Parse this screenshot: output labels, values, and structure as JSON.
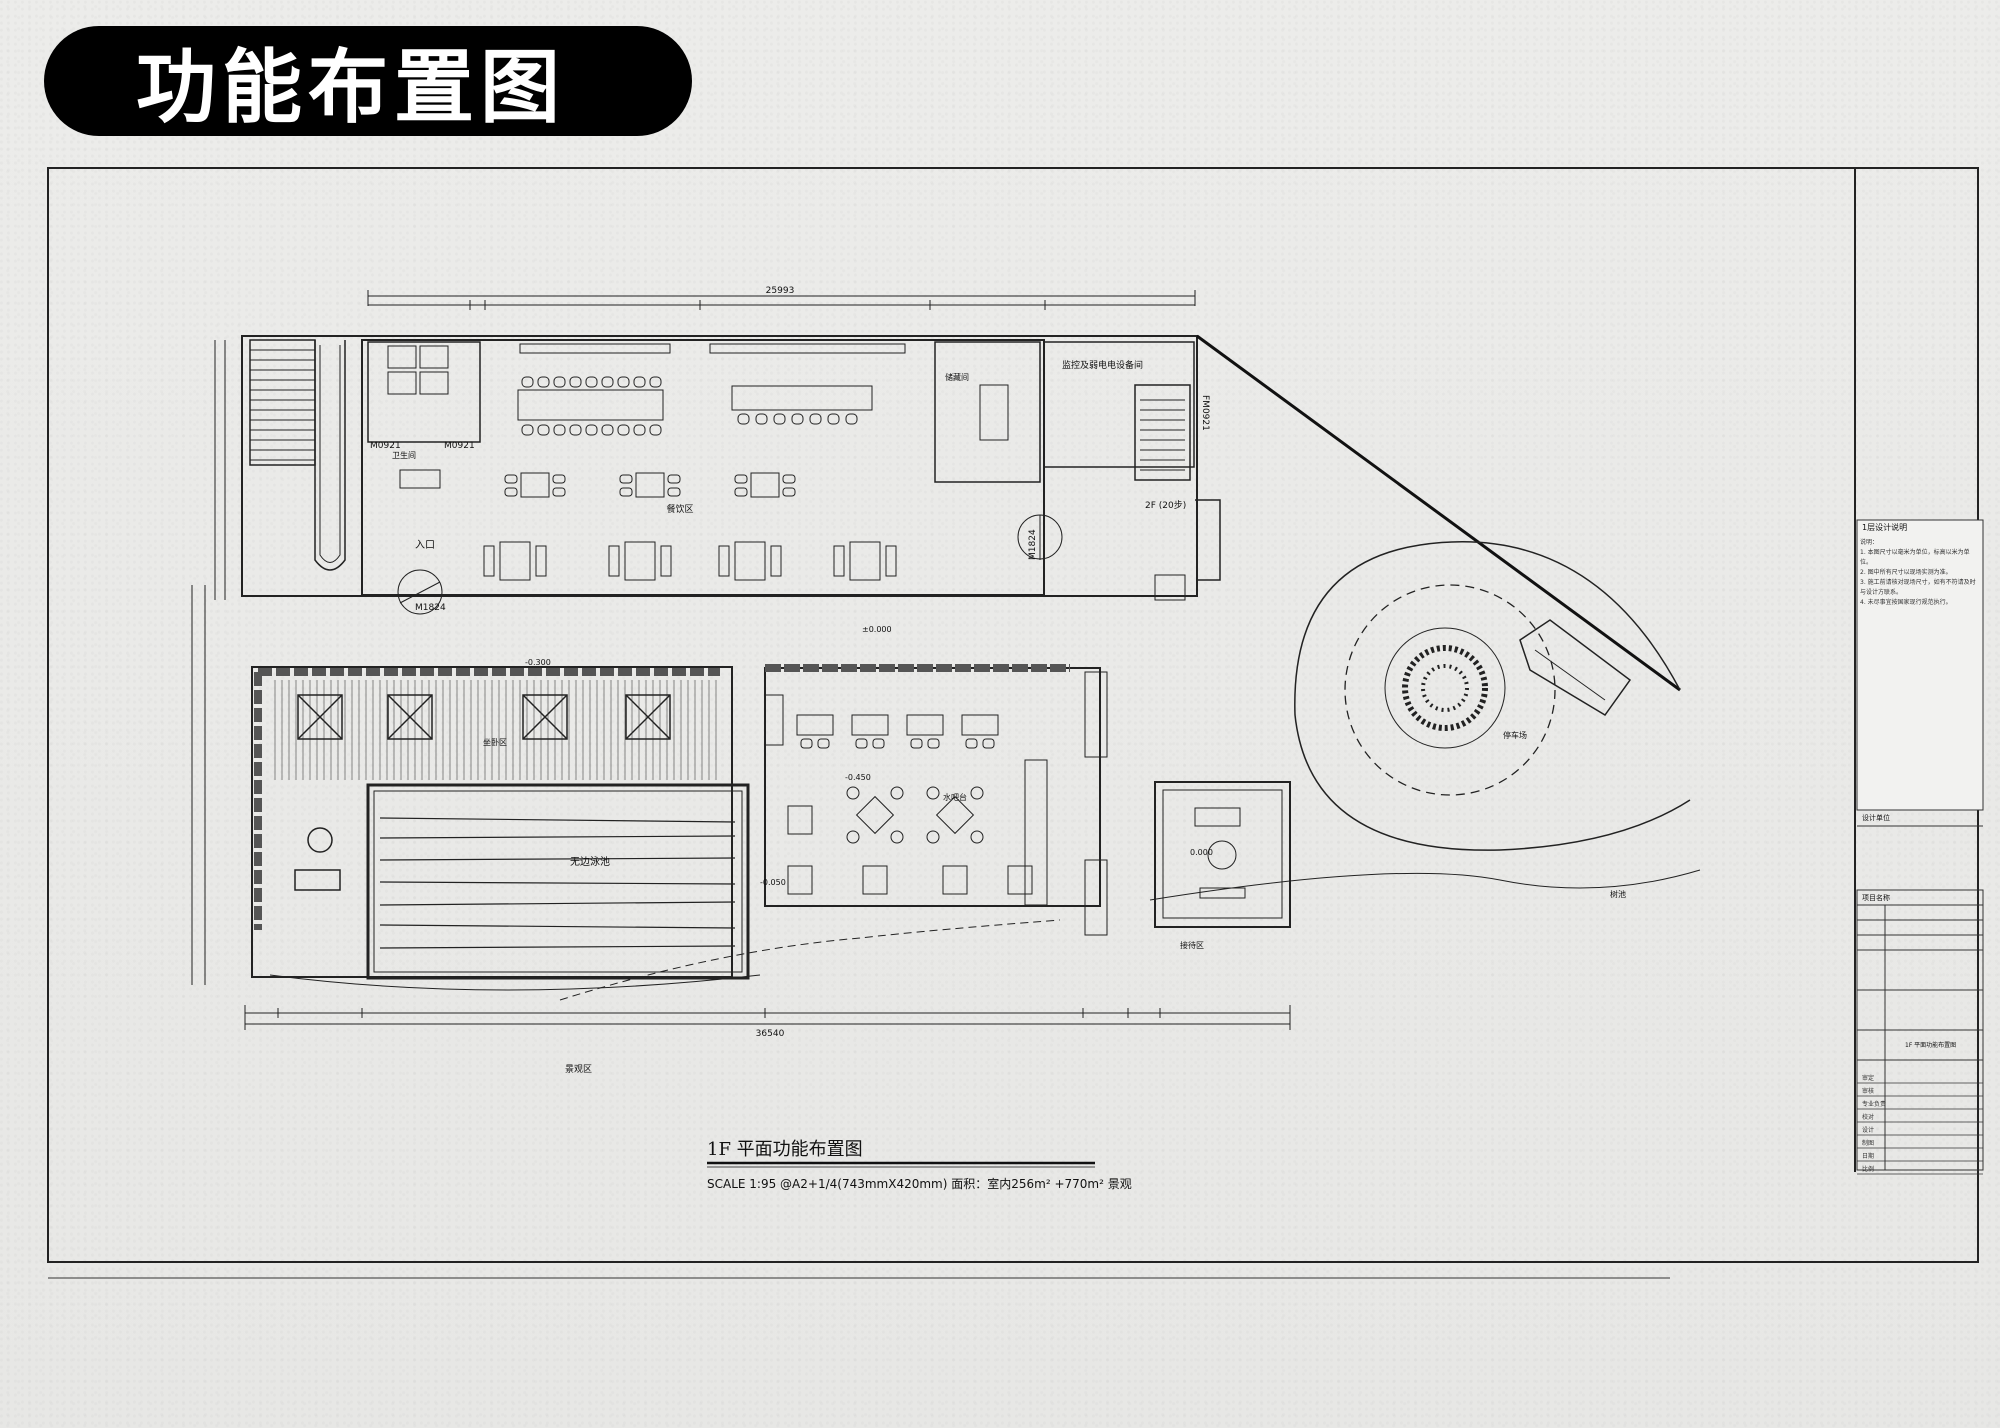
{
  "header": {
    "title": "功能布置图"
  },
  "plan": {
    "title": "1F 平面功能布置图",
    "scale_line": "SCALE 1:95 @A2+1/4(743mmX420mm) 面积：室内256m² +770m² 景观",
    "overall_dims": {
      "top": "25993",
      "bottom": "36540"
    },
    "rooms": {
      "dining_area": "餐饮区",
      "entrance": "入口",
      "restroom": "卫生间",
      "storage": "储藏间",
      "equipment": "监控及弱电电设备间",
      "pool": "无边泳池",
      "seating": "坐卧区",
      "landscape": "景观区",
      "parking": "停车场",
      "reception": "接待区",
      "bar": "水吧台",
      "stairs_2f": "2F (20步)",
      "tree_pool": "树池"
    },
    "door_tags": [
      "M0921",
      "M0921",
      "M1824",
      "M1824",
      "FM0921"
    ],
    "levels": [
      "±0.000",
      "-0.300",
      "-0.450",
      "-0.050",
      "0.000"
    ]
  },
  "title_block": {
    "notes_title": "1层设计说明",
    "notes_body": "说明：\n1. 本图尺寸以毫米为单位，标高以米为单位。\n2. 图中所有尺寸以现场实测为准。\n3. 施工前请核对现场尺寸，如有不符请及时与设计方联系。\n4. 未尽事宜按国家现行规范执行。",
    "project_label": "项目名称",
    "designer_label": "设计单位",
    "drawing_name": "1F 平面功能布置图",
    "rows": [
      "审定",
      "审核",
      "专业负责",
      "校对",
      "设计",
      "制图",
      "日期",
      "比例"
    ]
  }
}
